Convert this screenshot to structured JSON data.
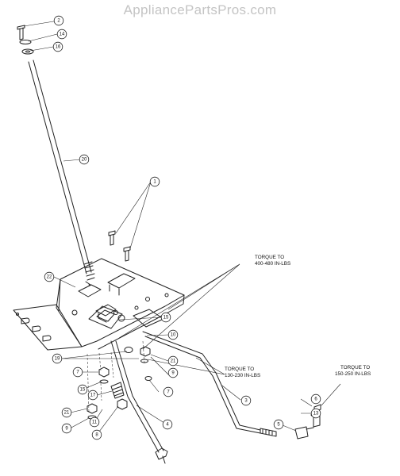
{
  "watermark": "AppliancePartsPros.com",
  "callouts": [
    "2",
    "14",
    "16",
    "20",
    "1",
    "22",
    "15",
    "10",
    "19",
    "7",
    "21",
    "9",
    "15",
    "17",
    "21",
    "9",
    "11",
    "8",
    "4",
    "7",
    "3",
    "6",
    "13",
    "5"
  ],
  "torque_notes": [
    [
      "TORQUE TO",
      "400-480 IN-LBS"
    ],
    [
      "TORQUE TO",
      "130-230 IN-LBS"
    ],
    [
      "TORQUE TO",
      "150-250 IN-LBS"
    ]
  ]
}
